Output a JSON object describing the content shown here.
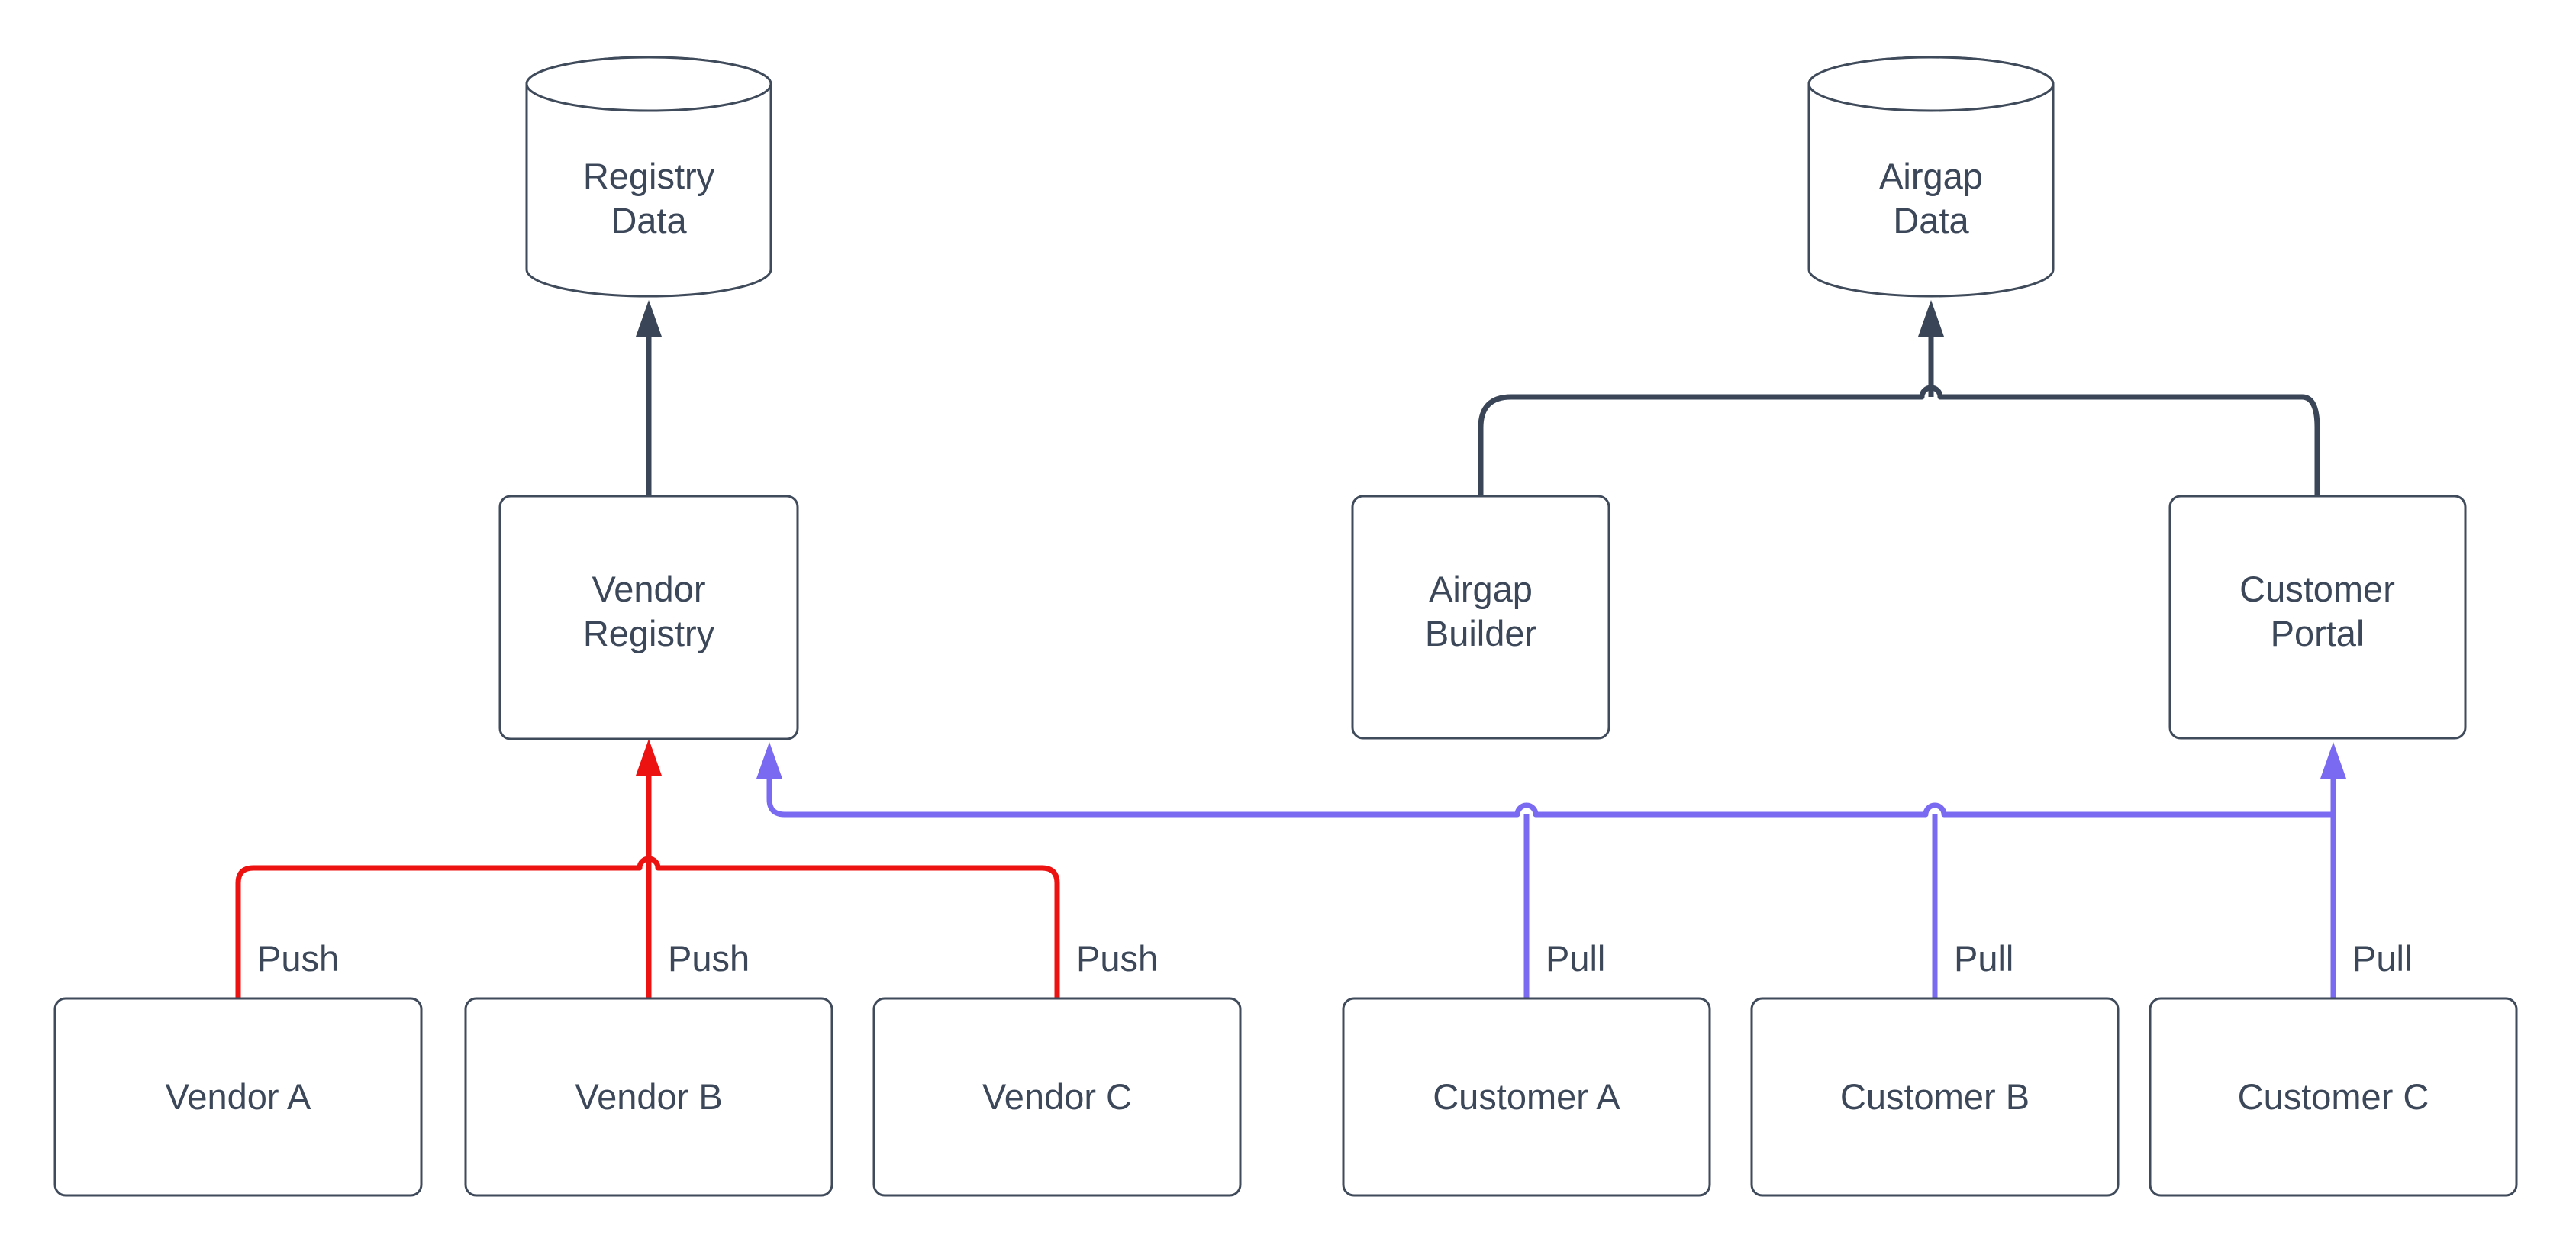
{
  "diagram": {
    "type": "flowchart",
    "background": "#ffffff",
    "colors": {
      "node_stroke": "#3f4a5a",
      "node_fill": "#ffffff",
      "text": "#3c4859",
      "dark_edge": "#3a4557",
      "push_edge": "#ed1212",
      "pull_edge": "#7a6af2"
    },
    "nodes": {
      "registry_data": {
        "shape": "cylinder",
        "line1": "Registry",
        "line2": "Data"
      },
      "airgap_data": {
        "shape": "cylinder",
        "line1": "Airgap",
        "line2": "Data"
      },
      "vendor_registry": {
        "shape": "rect",
        "line1": "Vendor",
        "line2": "Registry"
      },
      "airgap_builder": {
        "shape": "rect",
        "line1": "Airgap",
        "line2": "Builder"
      },
      "customer_portal": {
        "shape": "rect",
        "line1": "Customer",
        "line2": "Portal"
      },
      "vendor_a": {
        "shape": "rect",
        "label": "Vendor A"
      },
      "vendor_b": {
        "shape": "rect",
        "label": "Vendor B"
      },
      "vendor_c": {
        "shape": "rect",
        "label": "Vendor C"
      },
      "customer_a": {
        "shape": "rect",
        "label": "Customer A"
      },
      "customer_b": {
        "shape": "rect",
        "label": "Customer B"
      },
      "customer_c": {
        "shape": "rect",
        "label": "Customer C"
      }
    },
    "edge_labels": {
      "push_a": "Push",
      "push_b": "Push",
      "push_c": "Push",
      "pull_a": "Pull",
      "pull_b": "Pull",
      "pull_c": "Pull"
    }
  }
}
